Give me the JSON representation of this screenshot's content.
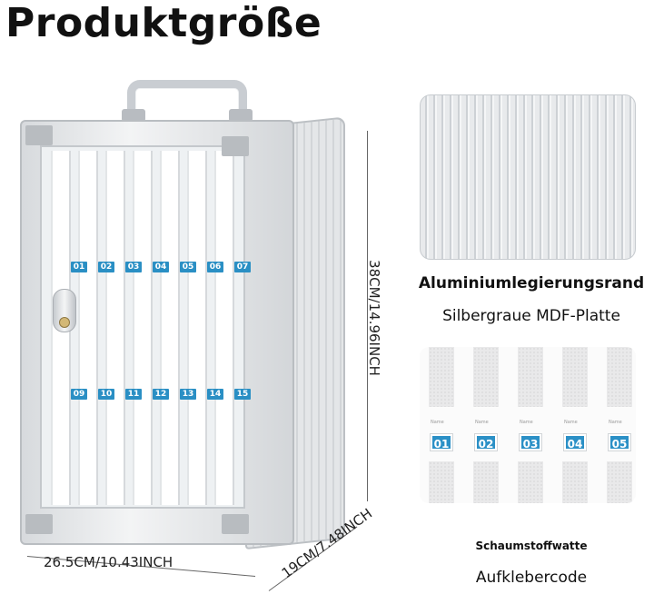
{
  "title": "Produktgröße",
  "cabinet": {
    "labels_row1": [
      "01",
      "02",
      "03",
      "04",
      "05",
      "06",
      "07"
    ],
    "labels_row2": [
      "09",
      "10",
      "11",
      "12",
      "13",
      "14",
      "15"
    ]
  },
  "dimensions": {
    "height": "38CM/14.96INCH",
    "width": "26.5CM/10.43INCH",
    "depth": "19CM/7.48INCH"
  },
  "details": {
    "aluminum_caption": "Aluminiumlegierungsrand",
    "mdf_caption": "Silbergraue MDF-Platte",
    "foam_caption": "Schaumstoffwatte",
    "sticker_caption": "Aufklebercode",
    "tag_prefix": "Name",
    "tags": [
      "01",
      "02",
      "03",
      "04",
      "05"
    ]
  },
  "colors": {
    "label_blue": "#2a8fc4",
    "aluminum": "#d7dadd"
  }
}
